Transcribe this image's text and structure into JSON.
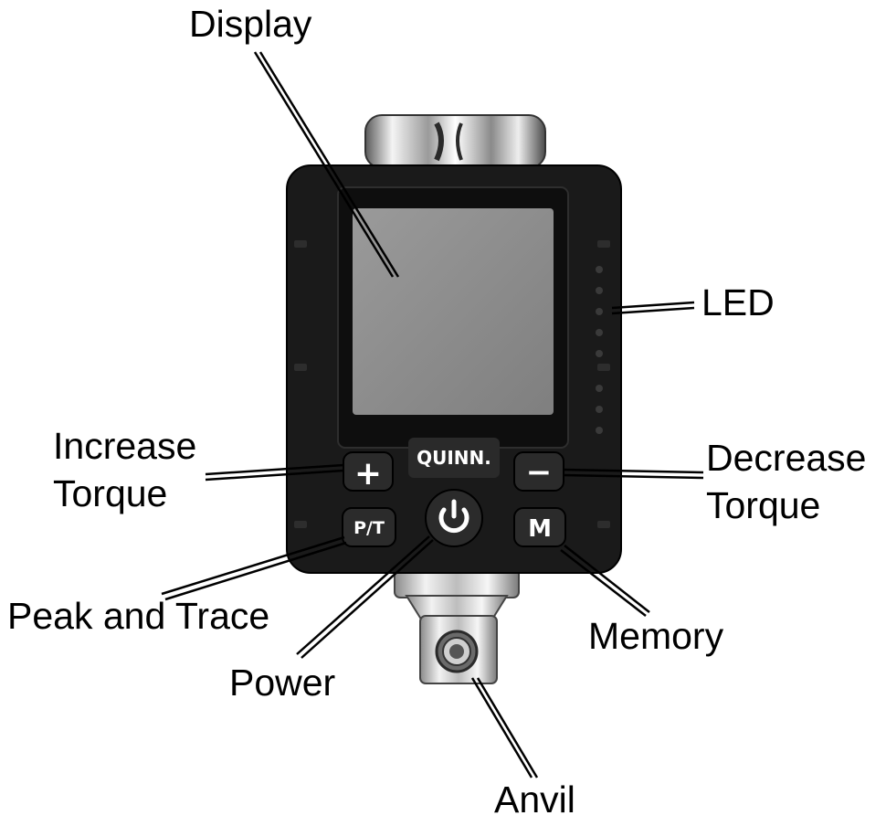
{
  "device": {
    "brand": "QUINN.",
    "buttons": {
      "increase_symbol": "+",
      "decrease_symbol": "−",
      "peak_trace": "P/T",
      "memory": "M",
      "power_icon": "power-icon"
    }
  },
  "labels": {
    "display": "Display",
    "led": "LED",
    "increase_line1": "Increase",
    "increase_line2": "Torque",
    "decrease_line1": "Decrease",
    "decrease_line2": "Torque",
    "peak_and_trace": "Peak and Trace",
    "power": "Power",
    "memory": "Memory",
    "anvil": "Anvil"
  },
  "colors": {
    "body": "#1a1a1a",
    "screen": "#8c8c8c",
    "button": "#2b2b2b",
    "metal": "#d8d8d8"
  }
}
